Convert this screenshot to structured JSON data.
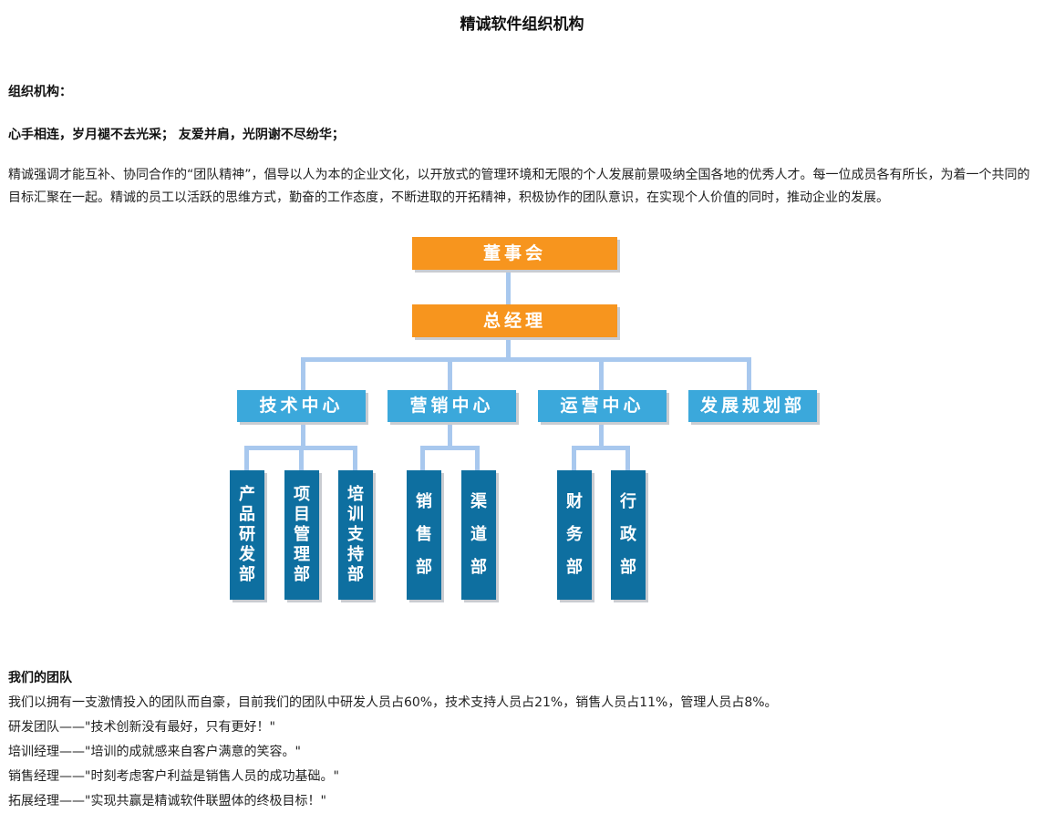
{
  "page_title": "精诚软件组织机构",
  "org_heading": "组织机构：",
  "motto": "心手相连，岁月褪不去光采； 友爱并肩，光阴谢不尽纷华；",
  "intro_paragraph": "精诚强调才能互补、协同合作的“团队精神”，倡导以人为本的企业文化，以开放式的管理环境和无限的个人发展前景吸纳全国各地的优秀人才。每一位成员各有所长，为着一个共同的目标汇聚在一起。精诚的员工以活跃的思维方式，勤奋的工作态度，不断进取的开拓精神，积极协作的团队意识，在实现个人价值的同时，推动企业的发展。",
  "org_chart": {
    "board": "董事会",
    "gm": "总经理",
    "centers": [
      "技术中心",
      "营销中心",
      "运营中心",
      "发展规划部"
    ],
    "departments": [
      "产品研发部",
      "项目管理部",
      "培训支持部",
      "销售部",
      "渠道部",
      "财务部",
      "行政部"
    ],
    "colors": {
      "top": "#f7951e",
      "center": "#3ba8db",
      "dept": "#0e6fa0",
      "connector": "#a8c8ee"
    }
  },
  "team": {
    "heading": "我们的团队",
    "summary": "我们以拥有一支激情投入的团队而自豪，目前我们的团队中研发人员占60%，技术支持人员占21%，销售人员占11%，管理人员占8%。",
    "quotes": [
      "研发团队——\"技术创新没有最好，只有更好！\"",
      "培训经理——\"培训的成就感来自客户满意的笑容。\"",
      "销售经理——\"时刻考虑客户利益是销售人员的成功基础。\"",
      "拓展经理——\"实现共赢是精诚软件联盟体的终极目标！\""
    ]
  }
}
